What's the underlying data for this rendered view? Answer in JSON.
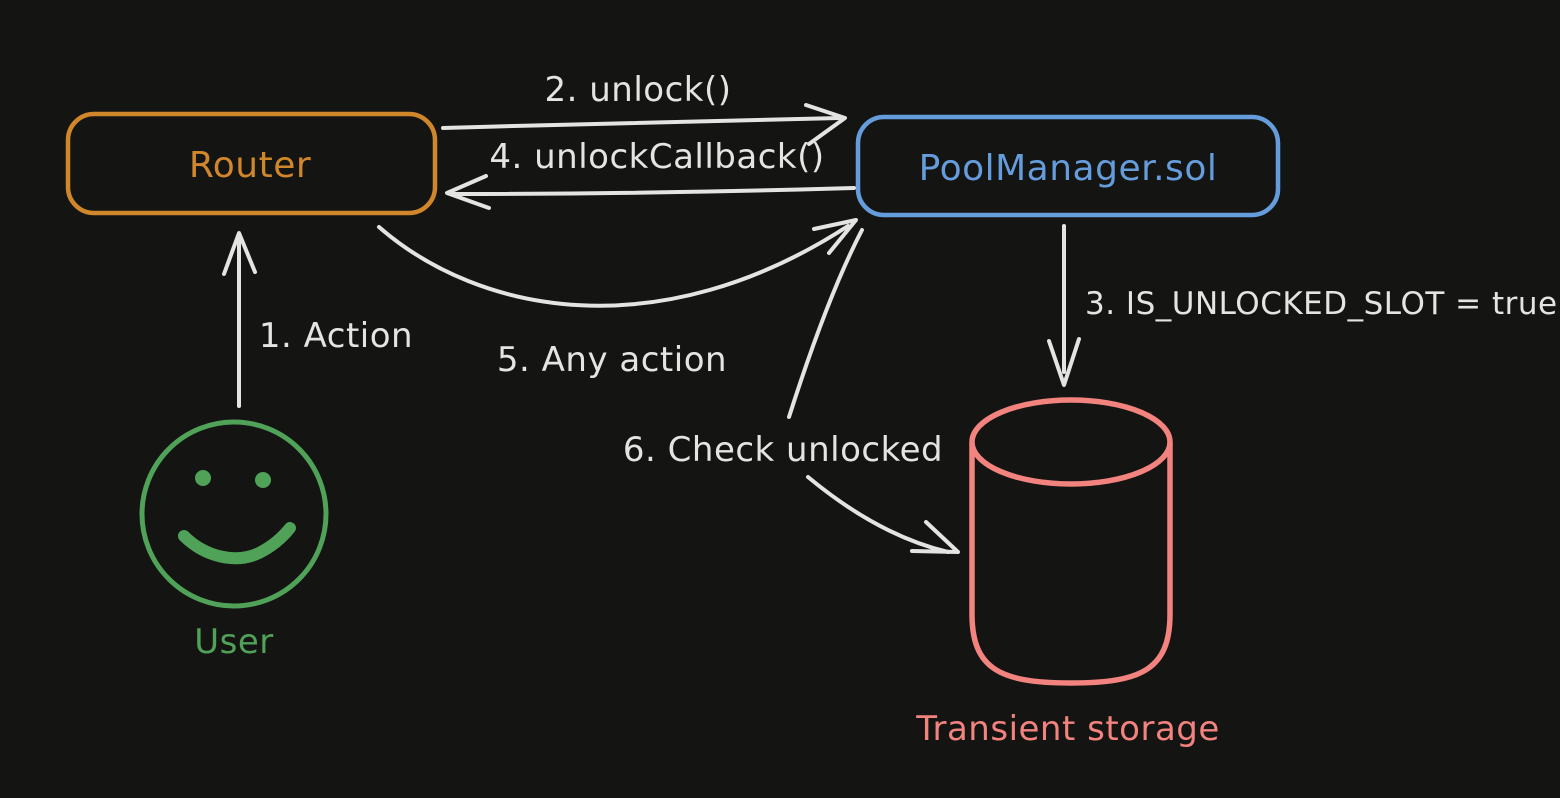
{
  "title": "Uniswap v4 unlock flow diagram",
  "colors": {
    "background": "#141413",
    "router_orange": "#d0862a",
    "pool_blue": "#659ddc",
    "user_green": "#4fa257",
    "storage_coral": "#f2837e",
    "ink": "#e4e4e2"
  },
  "nodes": {
    "router": {
      "label": "Router",
      "shape": "rounded-rectangle"
    },
    "pool_manager": {
      "label": "PoolManager.sol",
      "shape": "rounded-rectangle"
    },
    "user": {
      "label": "User",
      "shape": "smiley-face"
    },
    "transient_storage": {
      "label": "Transient storage",
      "shape": "cylinder"
    }
  },
  "edges": {
    "action": {
      "label": "1. Action",
      "from": "User",
      "to": "Router"
    },
    "unlock": {
      "label": "2. unlock()",
      "from": "Router",
      "to": "PoolManager.sol"
    },
    "set_slot": {
      "label": "3. IS_UNLOCKED_SLOT = true",
      "from": "PoolManager.sol",
      "to": "Transient storage"
    },
    "unlock_callback": {
      "label": "4. unlockCallback()",
      "from": "PoolManager.sol",
      "to": "Router"
    },
    "any_action": {
      "label": "5. Any action",
      "from": "Router",
      "to": "PoolManager.sol"
    },
    "check_unlocked": {
      "label": "6. Check unlocked",
      "from": "PoolManager.sol",
      "to": "Transient storage"
    }
  }
}
